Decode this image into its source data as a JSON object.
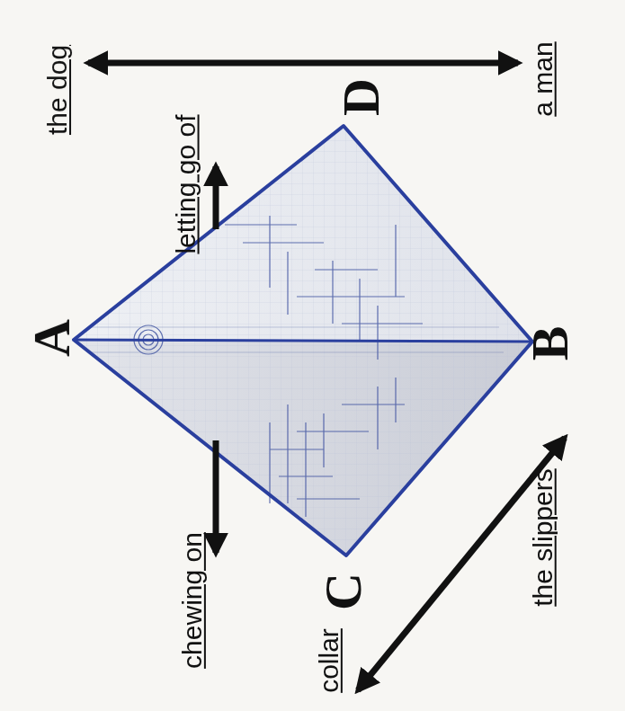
{
  "diagram": {
    "labels": [
      "the dog",
      "a man",
      "letting go of",
      "chewing on",
      "the slippers",
      "collar",
      "A",
      "B",
      "C",
      "D"
    ]
  }
}
